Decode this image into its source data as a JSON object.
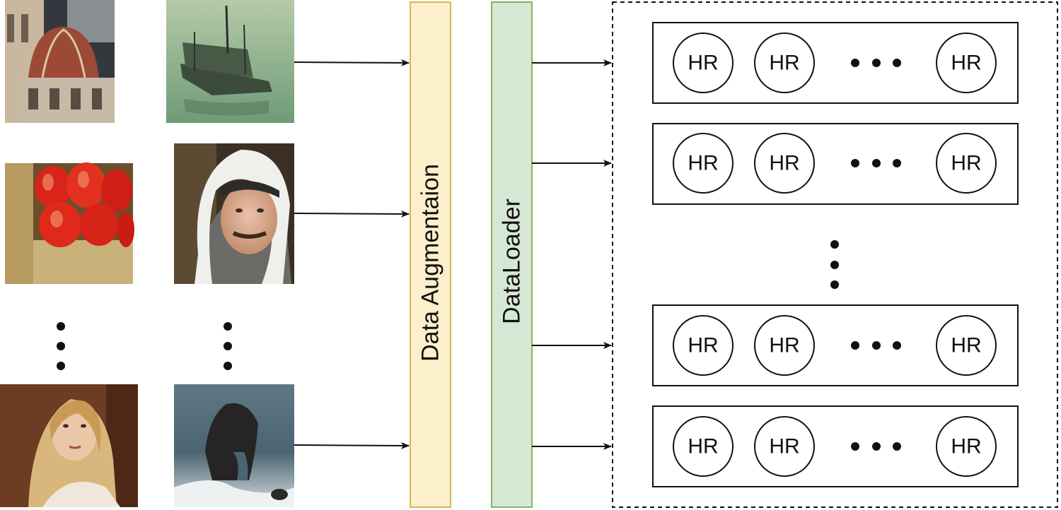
{
  "stages": {
    "augmentation": {
      "label": "Data Augmentaion",
      "fill": "#fcefcc",
      "stroke": "#d6b656"
    },
    "loader": {
      "label": "DataLoader",
      "fill": "#d5e8d4",
      "stroke": "#82b366"
    }
  },
  "input_images": [
    {
      "subject": "cathedral-dome"
    },
    {
      "subject": "boat-on-water"
    },
    {
      "subject": "red-peppers"
    },
    {
      "subject": "man-with-headscarf"
    },
    {
      "subject": "woman-portrait"
    },
    {
      "subject": "rock-in-sea"
    }
  ],
  "batches": [
    {
      "items": [
        "HR",
        "HR",
        "HR"
      ]
    },
    {
      "items": [
        "HR",
        "HR",
        "HR"
      ]
    },
    {
      "items": [
        "HR",
        "HR",
        "HR"
      ]
    },
    {
      "items": [
        "HR",
        "HR",
        "HR"
      ]
    }
  ],
  "colors": {
    "line": "#111111",
    "background": "#ffffff"
  }
}
